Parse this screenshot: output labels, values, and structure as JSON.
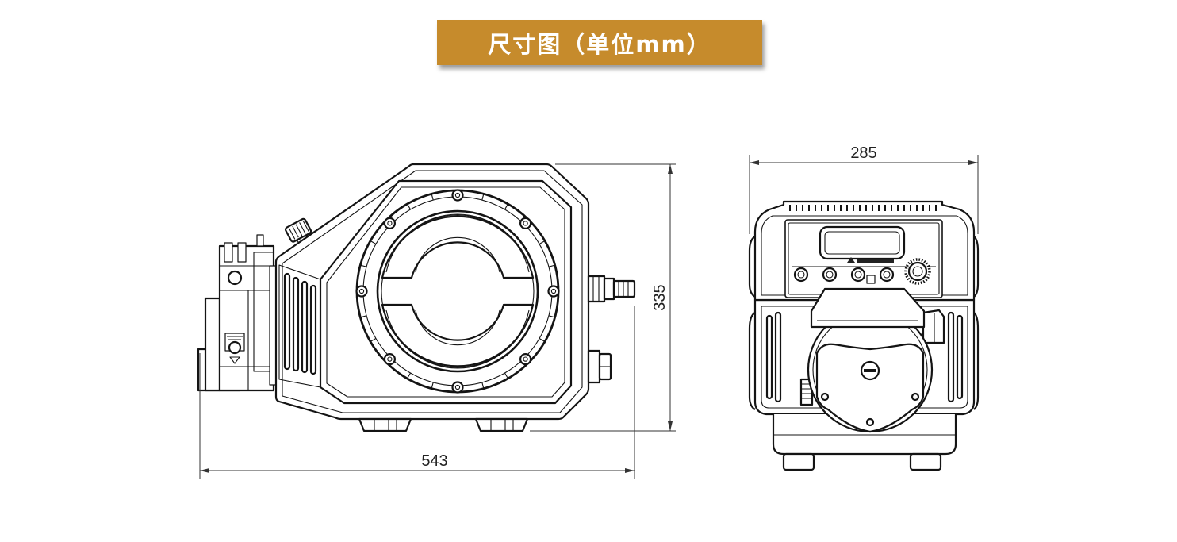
{
  "title": "尺寸图（单位mm）",
  "dimensions": {
    "length": "543",
    "height": "335",
    "width": "285"
  },
  "colors": {
    "banner": "#c68b2c",
    "banner_text": "#ffffff",
    "line": "#141414"
  }
}
